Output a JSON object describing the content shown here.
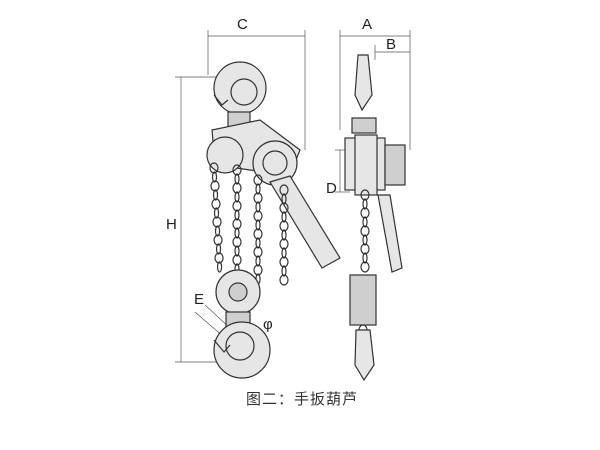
{
  "labels": {
    "C": "C",
    "A": "A",
    "B": "B",
    "H": "H",
    "D": "D",
    "E": "E",
    "phi": "φ"
  },
  "caption": "图二：手扳葫芦"
}
